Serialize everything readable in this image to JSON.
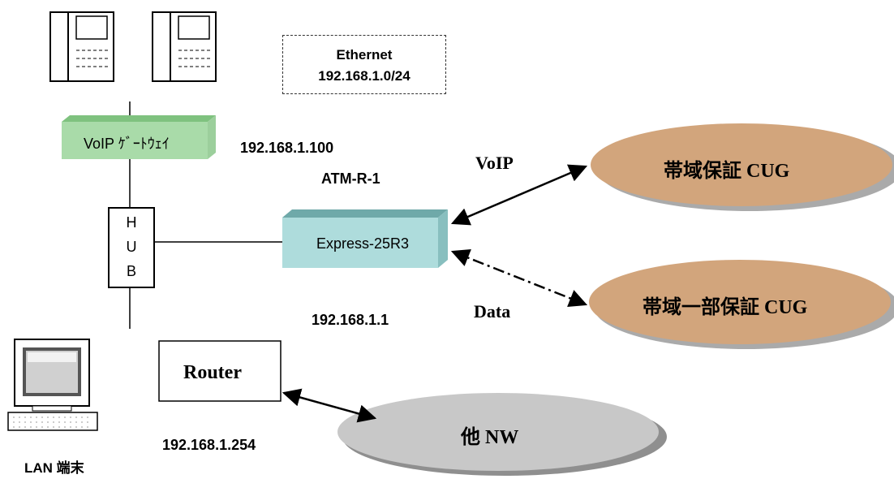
{
  "ethernet": {
    "line1": "Ethernet",
    "line2": "192.168.1.0/24"
  },
  "gateway": {
    "label": "VoIP ｹﾞｰﾄｳｪｲ",
    "ip": "192.168.1.100"
  },
  "hub": {
    "letters": [
      "H",
      "U",
      "B"
    ]
  },
  "atm_router": {
    "name": "ATM-R-1",
    "model": "Express-25R3",
    "ip": "192.168.1.1"
  },
  "flows": {
    "voip": "VoIP",
    "data": "Data"
  },
  "clouds": {
    "cug_guaranteed": "帯域保証 CUG",
    "cug_partial": "帯域一部保証 CUG",
    "other_nw": "他 NW"
  },
  "router": {
    "label": "Router",
    "ip": "192.168.1.254"
  },
  "terminal": {
    "label": "LAN 端末"
  },
  "colors": {
    "gateway_front": "#a9dba9",
    "gateway_top": "#7fc27f",
    "atm_front": "#aedcdc",
    "atm_top": "#6fa9a9",
    "cloud_brown": "#d2a57c",
    "cloud_gray": "#c8c8c8"
  }
}
